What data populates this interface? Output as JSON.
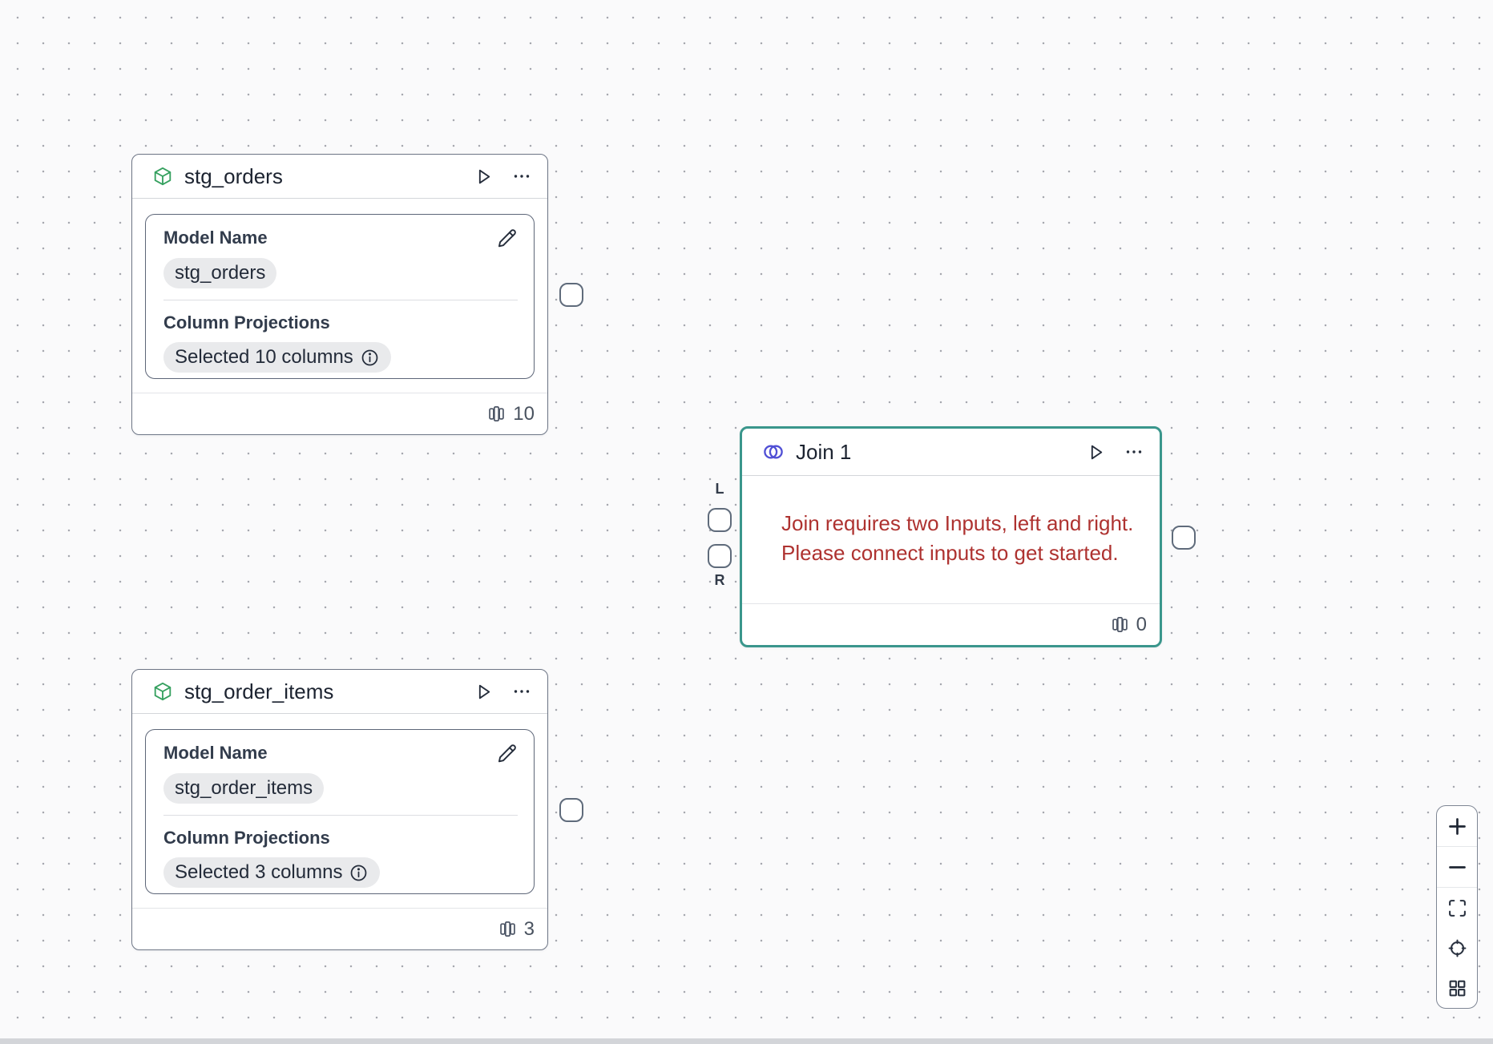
{
  "colors": {
    "selected_accent": "#3a968c",
    "error_text": "#ae3230",
    "model_icon_green": "#35a05f",
    "join_icon_indigo": "#5150d5"
  },
  "icons": {
    "model_node": "cube-icon",
    "join_node": "overlapping-circles-icon",
    "run": "play-icon",
    "menu": "ellipsis-icon",
    "edit": "pencil-icon",
    "info": "info-circle-icon",
    "count": "columns-icon"
  },
  "nodes": {
    "stg_orders": {
      "title": "stg_orders",
      "model_name_label": "Model Name",
      "model_name_value": "stg_orders",
      "column_projections_label": "Column Projections",
      "column_projections_value": "Selected 10 columns",
      "column_count": "10"
    },
    "stg_order_items": {
      "title": "stg_order_items",
      "model_name_label": "Model Name",
      "model_name_value": "stg_order_items",
      "column_projections_label": "Column Projections",
      "column_projections_value": "Selected 3 columns",
      "column_count": "3"
    },
    "join1": {
      "title": "Join 1",
      "error_line1": "Join requires two Inputs, left and right.",
      "error_line2": "Please connect inputs to get started.",
      "column_count": "0",
      "left_port_label": "L",
      "right_port_label": "R"
    }
  },
  "zoom_controls": {
    "buttons": [
      {
        "name": "zoom-in",
        "icon": "plus-icon"
      },
      {
        "name": "zoom-out",
        "icon": "minus-icon"
      },
      {
        "name": "fit-view",
        "icon": "maximize-icon"
      },
      {
        "name": "locate",
        "icon": "crosshair-icon"
      },
      {
        "name": "layout",
        "icon": "grid-icon"
      }
    ]
  }
}
